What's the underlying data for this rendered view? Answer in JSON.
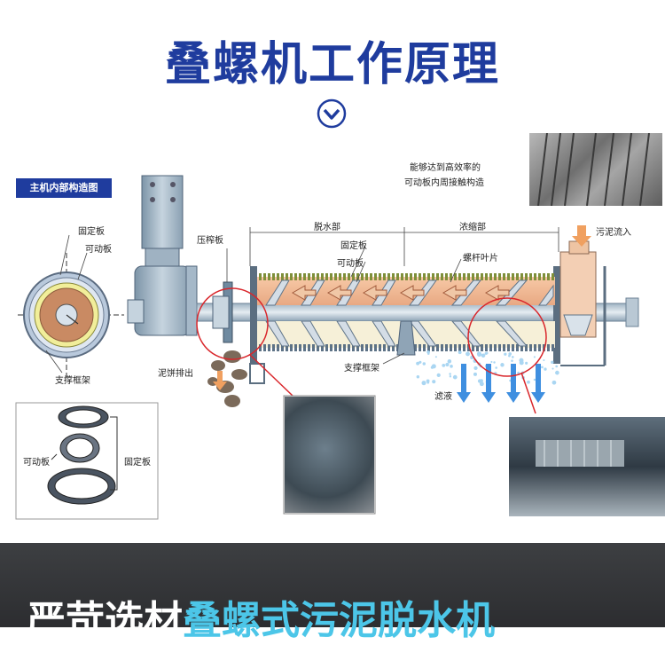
{
  "page": {
    "title": "叠螺机工作原理",
    "badge": "主机内部构造图",
    "banner_part1": "严苛选材",
    "banner_part2": "叠螺式污泥脱水机"
  },
  "labels": {
    "fixed_plate_left": "固定板",
    "moving_plate_left": "可动板",
    "support_frame_left": "支撑框架",
    "press_plate": "压榨板",
    "sludge_cake_out": "泥饼排出",
    "dewatering_section": "脱水部",
    "thickening_section": "浓缩部",
    "fixed_plate_main": "固定板",
    "moving_plate_main": "可动板",
    "screw_blade": "螺杆叶片",
    "support_frame_main": "支撑框架",
    "filtrate": "滤液",
    "sludge_inflow": "污泥流入",
    "efficiency_line1": "能够达到高效率的",
    "efficiency_line2": "可动板内周接触构造",
    "moving_plate_inset": "可动板",
    "fixed_plate_inset": "固定板"
  },
  "colors": {
    "title_blue": "#1f3c9e",
    "accent_cyan": "#4cc6e8",
    "sludge_brown": "#e9b48f",
    "callout_red": "#d9262b",
    "filtrate_blue": "#3f8fe0"
  }
}
